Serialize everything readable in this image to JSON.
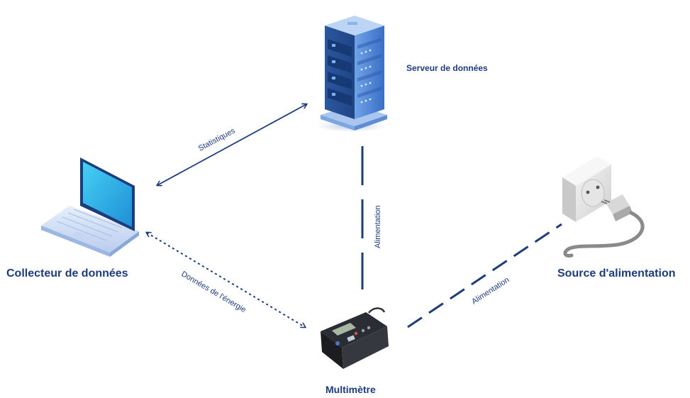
{
  "nodes": {
    "server": {
      "label": "Serveur de données",
      "icon": "server-rack-icon"
    },
    "collector": {
      "label": "Collecteur de données",
      "icon": "laptop-icon"
    },
    "multimeter": {
      "label": "Multimètre",
      "icon": "multimeter-icon"
    },
    "power_source": {
      "label": "Source d'alimentation",
      "icon": "power-outlet-plug-icon"
    }
  },
  "edges": {
    "stats": {
      "label": "Statistiques",
      "style": "solid",
      "direction": "both"
    },
    "energy_data": {
      "label": "Données de l'énergie",
      "style": "dotted",
      "direction": "both"
    },
    "power_server": {
      "label": "Alimentation",
      "style": "dashed"
    },
    "power_meter": {
      "label": "Alimentation",
      "style": "dashed"
    }
  },
  "colors": {
    "line": "#1d3c7c",
    "text": "#1d3c7c",
    "server_blue": "#4f86d4",
    "server_dark": "#2f5fb0",
    "screen_cyan": "#27b9e6",
    "laptop_body": "#cfe0f7"
  }
}
